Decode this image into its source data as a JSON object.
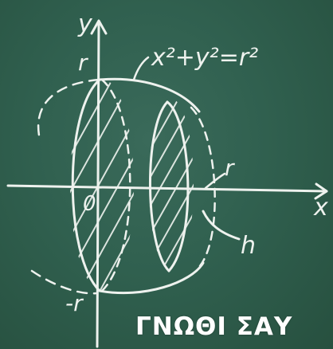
{
  "diagram": {
    "axis_x_label": "x",
    "axis_y_label": "y",
    "equation": "x²+y²=r²",
    "top_r_label": "r",
    "bottom_r_label": "-r",
    "origin_label": "0",
    "side_r_label": "r",
    "h_label": "h"
  },
  "watermark": {
    "text": "ΓΝΩΘΙ ΣΑΥ"
  },
  "colors": {
    "board": "#30604f",
    "chalk": "#eef2ee"
  }
}
